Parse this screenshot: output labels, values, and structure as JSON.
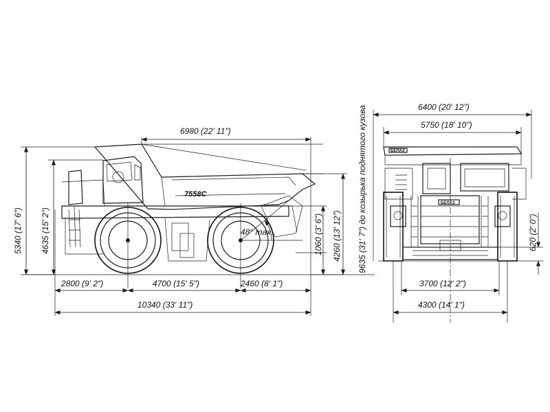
{
  "side_view": {
    "model_badge": "7558C",
    "dumping_angle": "48° max",
    "dims": {
      "body_length": "6980 (22' 11\")",
      "front_overhang": "2800 (9' 2\")",
      "wheelbase": "4700 (15' 5\")",
      "rear_overhang": "2460 (8' 1\")",
      "overall_length": "10340 (33' 11\")",
      "overall_height": "5340 (17' 6\")",
      "cab_height": "4635 (15' 2\")",
      "body_tail_clearance": "1060 (3' 6\")",
      "body_height": "4260 (13' 12\")",
      "raised_body_height": "9635 (31' 7\") до козырька поднятого кузова"
    }
  },
  "front_view": {
    "brand_plate": "БЕЛАЗ",
    "dims": {
      "overall_width": "6400 (20' 12\")",
      "body_width": "5750 (18' 10\")",
      "ground_clearance": "620 (2' 0\")",
      "front_track": "3700 (12' 2\")",
      "rear_track": "4300 (14' 1\")"
    }
  },
  "colors": {
    "line": "#1a1a1a",
    "background": "#ffffff"
  }
}
